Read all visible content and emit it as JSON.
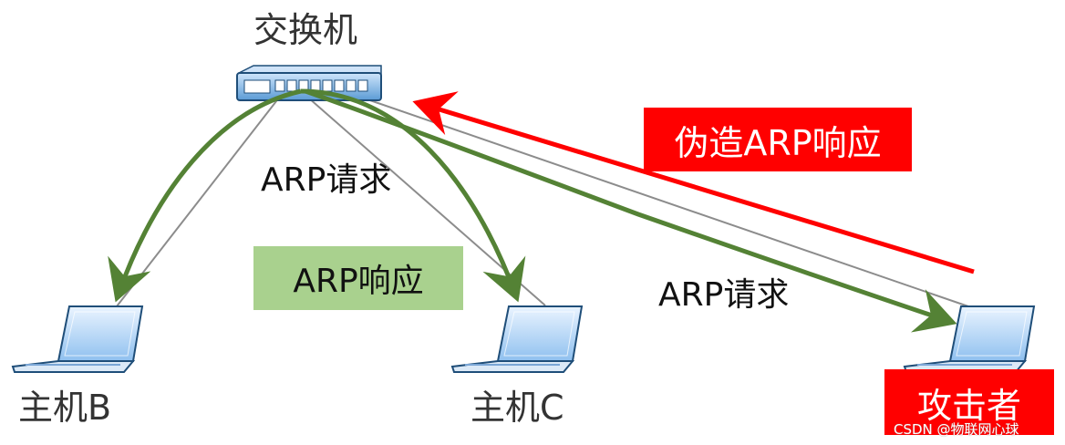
{
  "nodes": {
    "switch": {
      "label": "交换机"
    },
    "host_b": {
      "label": "主机B"
    },
    "host_c": {
      "label": "主机C"
    },
    "attacker": {
      "label": "攻击者"
    }
  },
  "annotations": {
    "arp_request_1": "ARP请求",
    "arp_request_2": "ARP请求",
    "arp_response": "ARP响应",
    "fake_arp_response": "伪造ARP响应"
  },
  "watermark": "CSDN @物联网心球",
  "colors": {
    "green_arrow": "#548235",
    "red_arrow": "#ff0000",
    "link_line": "#8c8c8c",
    "response_box": "#a9d18e",
    "fake_box": "#ff0000"
  },
  "icons": {
    "switch": "network-switch-icon",
    "host": "laptop-icon"
  }
}
